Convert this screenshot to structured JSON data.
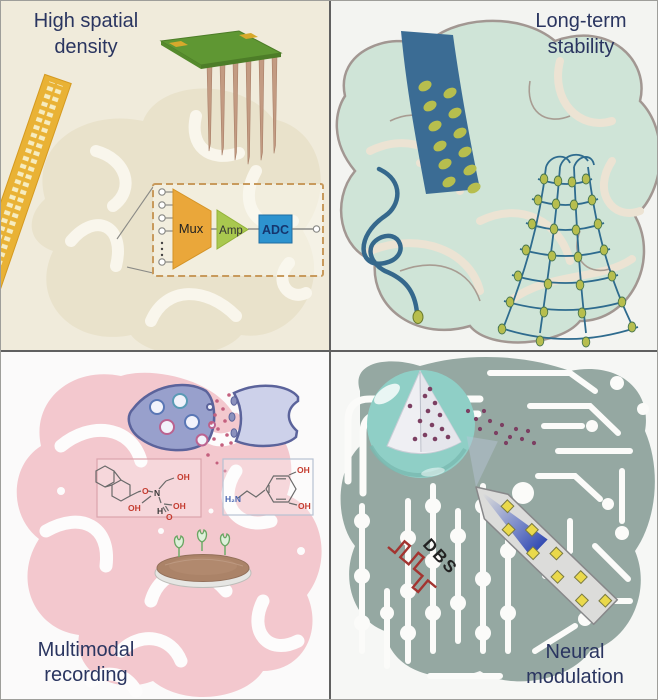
{
  "labels": {
    "top_left": "High spatial\ndensity",
    "top_right": "Long-term\nstability",
    "bottom_left": "Multimodal\nrecording",
    "bottom_right": "Neural\nmodulation"
  },
  "circuit": {
    "mux": "Mux",
    "amp": "Amp",
    "adc": "ADC"
  },
  "neural_modulation": {
    "dbs": "DBS"
  },
  "chemistry": {
    "fmoc_glutamate": {
      "oh_top": "OH",
      "o_ester": "O",
      "n": "N",
      "h": "H",
      "oh_left": "OH",
      "oh_right": "OH",
      "o_bottom": "O"
    },
    "dopamine": {
      "amine": "H₂N",
      "oh_top": "OH",
      "oh_bottom": "OH"
    }
  },
  "colors": {
    "label_text": "#2a3560",
    "quad_tl_bg": "#f0ebdb",
    "quad_tl_brain": "#e9e2cb",
    "quad_tr_brain": "#cfe4d7",
    "quad_bl_brain": "#f3c8ce",
    "quad_br_circuit": "#95a8a2",
    "probe_gold": "#e9b235",
    "chip_green": "#5f9733",
    "mux_orange": "#eaa73a",
    "amp_green": "#a9c84f",
    "adc_blue": "#2d93cf",
    "ribbon_blue": "#3b6c94",
    "electrode_site_olive": "#b7be4e",
    "sphere_teal": "#8fcfc6",
    "dbs_red": "#a33430",
    "dish_brown": "#ab8368",
    "synapse_pre": "#98a0cc",
    "synapse_post": "#cdd1ea"
  }
}
